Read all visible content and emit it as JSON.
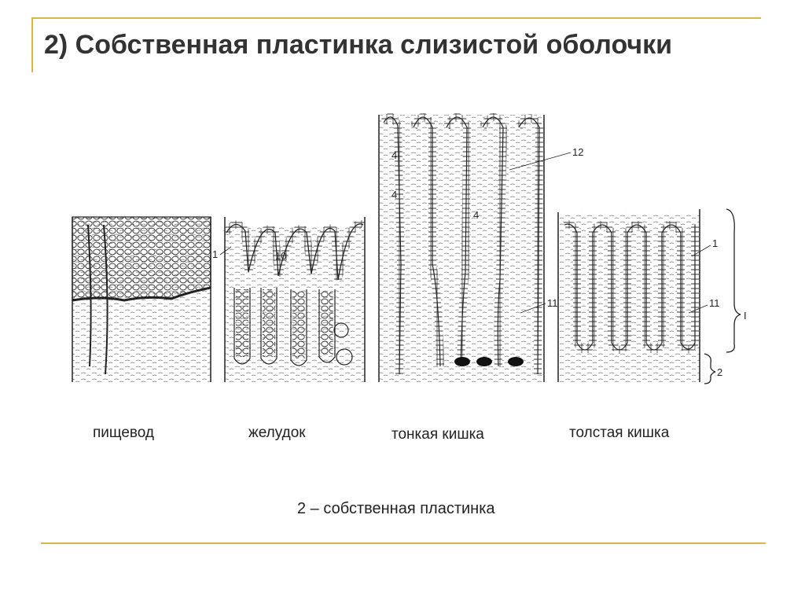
{
  "slide": {
    "title": "2) Собственная пластинка слизистой оболочки",
    "caption": "2 – собственная пластинка"
  },
  "organs": [
    {
      "label": "пищевод"
    },
    {
      "label": "желудок"
    },
    {
      "label": "тонкая кишка"
    },
    {
      "label": "толстая кишка"
    }
  ],
  "figure_numbers": {
    "stomach_1": "1",
    "stomach_10": "10",
    "small_4a": "4",
    "small_4b": "4",
    "small_12": "12",
    "small_4c": "4",
    "small_11": "11",
    "large_1": "1",
    "large_11": "11",
    "bracket_1": "I",
    "bracket_2": "2"
  },
  "colors": {
    "accent_line": "#d9b64a",
    "title_text": "#333333",
    "ink": "#222222"
  }
}
